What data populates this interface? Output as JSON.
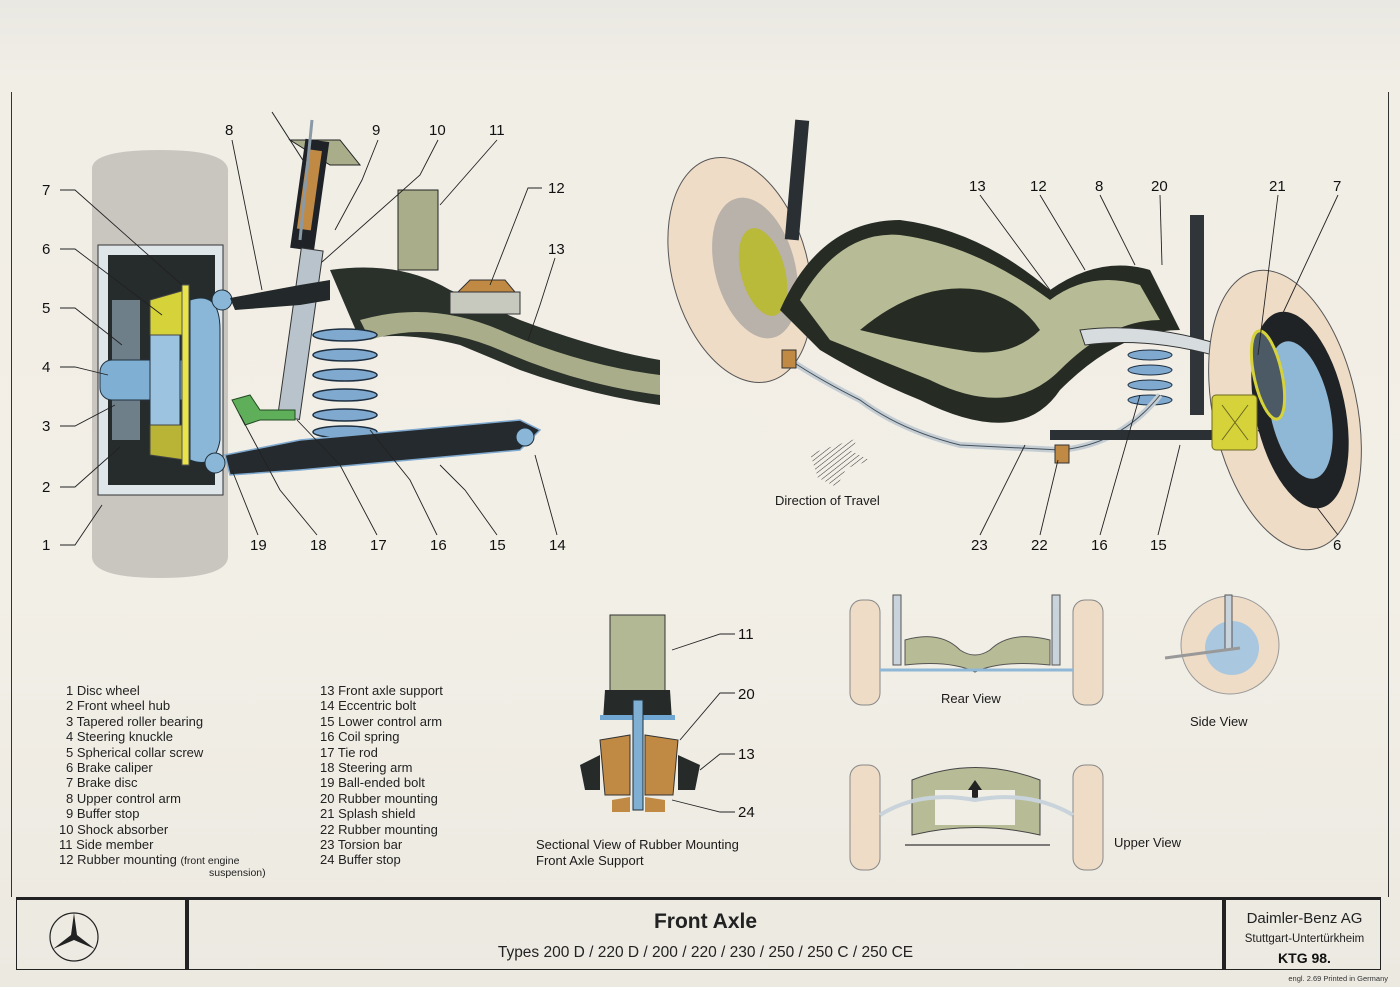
{
  "sheet": {
    "title": "Front Axle",
    "types": "Types 200 D / 220 D / 200 / 220 / 230 / 250 / 250 C / 250 CE",
    "company": "Daimler-Benz AG",
    "location": "Stuttgart-Untertürkheim",
    "code": "KTG 98.",
    "print_note": "engl. 2.69 Printed in Germany",
    "logo": "mercedes-star-icon"
  },
  "section_view": {
    "callouts": [
      "1",
      "2",
      "3",
      "4",
      "5",
      "6",
      "7",
      "8",
      "9",
      "10",
      "11",
      "12",
      "13",
      "14",
      "15",
      "16",
      "17",
      "18",
      "19"
    ]
  },
  "perspective_view": {
    "callouts": [
      "13",
      "12",
      "8",
      "20",
      "21",
      "7",
      "23",
      "22",
      "16",
      "15",
      "6"
    ],
    "direction_label": "Direction of Travel"
  },
  "rubber_mount_view": {
    "callouts": [
      "11",
      "20",
      "13",
      "24"
    ],
    "caption_line1": "Sectional View of Rubber Mounting",
    "caption_line2": "Front Axle Support"
  },
  "mini_views": {
    "rear": "Rear View",
    "side": "Side View",
    "upper": "Upper View"
  },
  "legend": {
    "items": [
      {
        "num": "1",
        "label": "Disc wheel"
      },
      {
        "num": "2",
        "label": "Front wheel hub"
      },
      {
        "num": "3",
        "label": "Tapered roller bearing"
      },
      {
        "num": "4",
        "label": "Steering knuckle"
      },
      {
        "num": "5",
        "label": "Spherical collar screw"
      },
      {
        "num": "6",
        "label": "Brake caliper"
      },
      {
        "num": "7",
        "label": "Brake disc"
      },
      {
        "num": "8",
        "label": "Upper control arm"
      },
      {
        "num": "9",
        "label": "Buffer stop"
      },
      {
        "num": "10",
        "label": "Shock absorber"
      },
      {
        "num": "11",
        "label": "Side member"
      },
      {
        "num": "12",
        "label": "Rubber mounting",
        "note": "(front engine",
        "note2": "suspension)"
      },
      {
        "num": "13",
        "label": "Front axle support"
      },
      {
        "num": "14",
        "label": "Eccentric bolt"
      },
      {
        "num": "15",
        "label": "Lower control arm"
      },
      {
        "num": "16",
        "label": "Coil spring"
      },
      {
        "num": "17",
        "label": "Tie rod"
      },
      {
        "num": "18",
        "label": "Steering arm"
      },
      {
        "num": "19",
        "label": "Ball-ended bolt"
      },
      {
        "num": "20",
        "label": "Rubber mounting"
      },
      {
        "num": "21",
        "label": "Splash shield"
      },
      {
        "num": "22",
        "label": "Rubber mounting"
      },
      {
        "num": "23",
        "label": "Torsion bar"
      },
      {
        "num": "24",
        "label": "Buffer stop"
      }
    ]
  },
  "colors": {
    "paper": "#f1eee6",
    "tire": "#c9c5bf",
    "steel_blue": "#8fb7d6",
    "axle_green": "#a9ad8a",
    "dark": "#1e2320",
    "rubber": "#c08a45",
    "caliper_yellow": "#d6d23a",
    "tie_rod_green": "#5fae5a",
    "tire_cream": "#efdcc6"
  }
}
